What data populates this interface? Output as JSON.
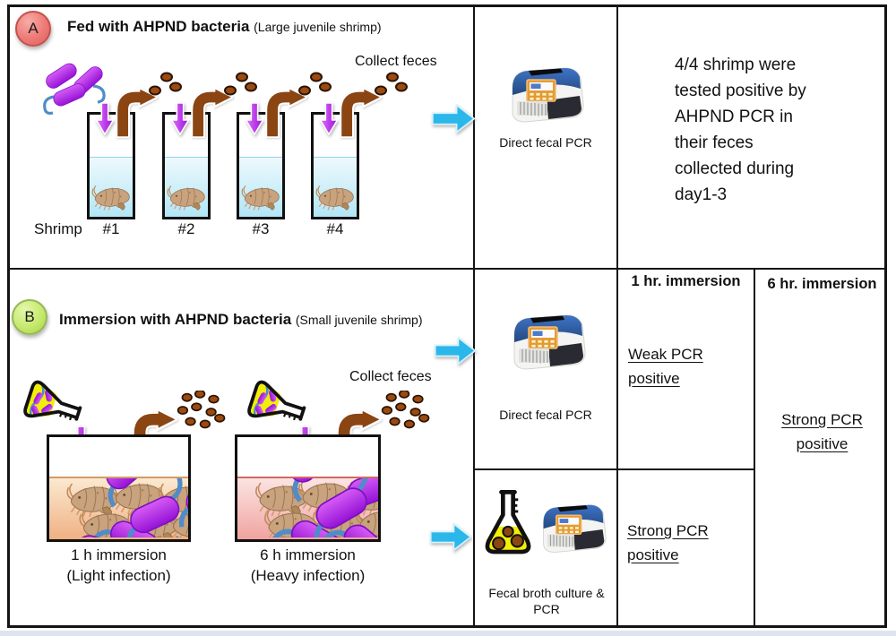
{
  "panel_a": {
    "badge": "A",
    "title": "Fed with AHPND bacteria",
    "subtitle": "(Large juvenile shrimp)",
    "collect_feces": "Collect feces",
    "shrimp_row_label": "Shrimp",
    "beaker_labels": [
      "#1",
      "#2",
      "#3",
      "#4"
    ],
    "pcr_caption": "Direct fecal PCR",
    "result_lines": [
      "4/4 shrimp were",
      "tested positive by",
      "AHPND PCR in",
      "their feces",
      "collected during",
      "day1-3"
    ]
  },
  "panel_b": {
    "badge": "B",
    "title": "Immersion with AHPND bacteria",
    "subtitle": "(Small juvenile shrimp)",
    "collect_feces": "Collect feces",
    "tank1_caption_1": "1 h immersion",
    "tank1_caption_2": "(Light infection)",
    "tank2_caption_1": "6 h immersion",
    "tank2_caption_2": "(Heavy infection)",
    "direct_pcr_caption": "Direct fecal PCR",
    "broth_caption_1": "Fecal broth culture &",
    "broth_caption_2": "PCR",
    "col_1hr_header": "1 hr. immersion",
    "col_6hr_header": "6 hr. immersion",
    "result_1hr_direct_1": "Weak PCR",
    "result_1hr_direct_2": "positive",
    "result_1hr_broth_1": "Strong PCR",
    "result_1hr_broth_2": "positive",
    "result_6hr_1": "Strong PCR",
    "result_6hr_2": "positive"
  },
  "colors": {
    "purple_arrow": "#b32ce8",
    "brown_arrow": "#8a4513",
    "cyan_arrow": "#2cb7ea",
    "bacteria_purple": "#a820e6",
    "flagella_blue": "#4f8cc9",
    "flask_yellow": "#f1ee08",
    "feces_brown": "#9c4a10",
    "badge_a_red": "#ed7a76",
    "badge_b_green": "#c6e96f",
    "tank_light_water": "#efb183",
    "tank_heavy_water": "#f0a4a0",
    "beaker_water": "#b2e6f7"
  }
}
